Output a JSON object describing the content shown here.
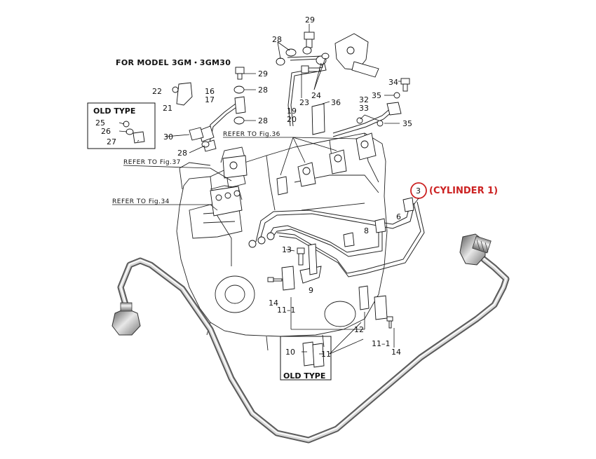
{
  "header": {
    "title": "FOR MODEL 3GM・3GM30"
  },
  "refs": [
    "REFER TO Fig.36",
    "REFER TO Fig.37",
    "REFER TO Fig.34"
  ],
  "old_type_label": "OLD TYPE",
  "cylinder": {
    "number": "3",
    "label": "(CYLINDER 1)",
    "highlight_color": "#cc2222"
  },
  "part_numbers": {
    "p29a": "29",
    "p28a": "28",
    "p24": "24",
    "p29b": "29",
    "p28b": "28",
    "p16": "16",
    "p17": "17",
    "p22": "22",
    "p21": "21",
    "p23": "23",
    "p19": "19",
    "p20": "20",
    "p36": "36",
    "p34": "34",
    "p35a": "35",
    "p32": "32",
    "p33": "33",
    "p35b": "35",
    "p28c": "28",
    "p25": "25",
    "p26": "26",
    "p27": "27",
    "p30": "30",
    "p28d": "28",
    "p8": "8",
    "p6": "6",
    "p13": "13",
    "p9": "9",
    "p14a": "14",
    "p11a": "11–1",
    "p12": "12",
    "p11b": "11–1",
    "p14b": "14",
    "p10": "10",
    "p11c": "11"
  }
}
